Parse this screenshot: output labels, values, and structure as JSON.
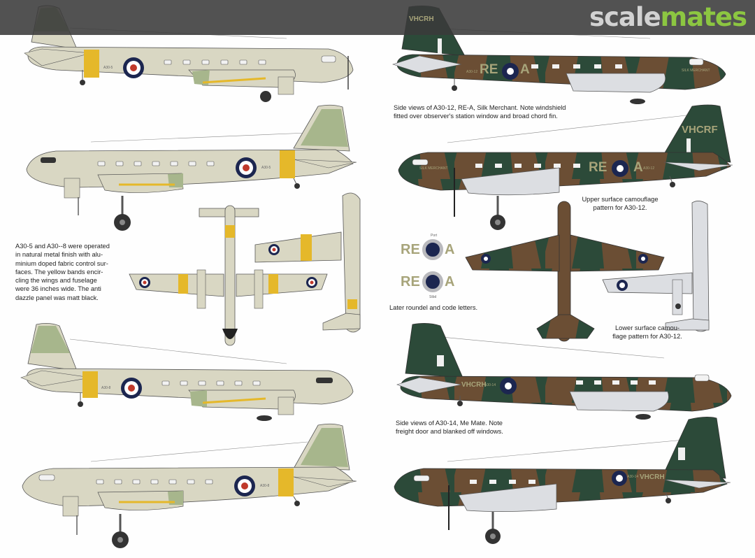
{
  "site": {
    "logo_part1": "scale",
    "logo_part2": "mates"
  },
  "notes": {
    "a30_5_8": "A30-5 and A30--8 were operated\nin natural metal finish with alu-\nminium doped fabric control sur-\nfaces. The yellow bands encir-\ncling the wings and fuselage\nwere 36 inches wide. The anti\ndazzle panel was matt black.",
    "a30_12_side": "Side views of A30-12, RE-A, Silk Merchant. Note windshield\nfitted over observer's station window and broad chord fin.",
    "upper_surface": "Upper surface camouflage\npattern for A30-12.",
    "later_roundel": "Later roundel and code letters.",
    "lower_surface": "Lower surface camou-\nflage pattern for A30-12.",
    "a30_14_side": "Side views of A30-14, Me Mate. Note\nfreight door and blanked off windows."
  },
  "markings": {
    "serials": {
      "a30_5": "A30-5",
      "a30_8": "A30-8",
      "a30_12": "A30-12",
      "a30_14": "A30-14"
    },
    "codes": {
      "re": "RE",
      "a": "A",
      "vhcrf": "VHCRF",
      "vhcrh": "VHCRH"
    },
    "aircraft_name": "SILK MERCHANT",
    "port_label": "Port",
    "starboard_label": "Stbd"
  },
  "colors": {
    "aluminium": "#d9d7c3",
    "yellow_band": "#e5b82a",
    "control_surface_green": "#a7b68c",
    "foliage_green": "#2c4a39",
    "earth_brown": "#6b4e34",
    "sky_blue_grey": "#dcdee2",
    "roundel_blue": "#1c2650",
    "roundel_white": "#ffffff",
    "code_letters": "#a7a47a",
    "logo_grey": "#d2d2d2",
    "logo_green": "#8cc641"
  }
}
